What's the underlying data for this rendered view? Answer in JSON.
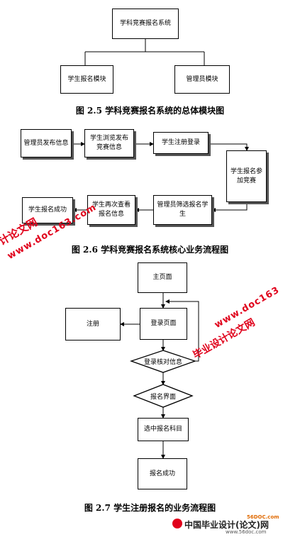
{
  "fig1": {
    "root": "学科竞赛报名系统",
    "left_module": "学生报名模块",
    "right_module": "管理员模块",
    "caption": "图 2.5  学科竞赛报名系统的总体模块图"
  },
  "fig2": {
    "admin_publish": "管理员发布信息",
    "student_browse": "学生浏览发布竞赛信息",
    "student_register": "学生注册登录",
    "student_signup": "学生报名参加竞赛",
    "admin_filter": "管理员筛选报名学生",
    "student_review": "学生再次查看报名信息",
    "signup_success": "学生报名成功",
    "caption": "图 2.6  学科竞赛报名系统核心业务流程图"
  },
  "fig3": {
    "home": "主页面",
    "register": "注册",
    "login": "登录页面",
    "verify": "登录核对信息",
    "signup_page": "报名界面",
    "select_subject": "选中报名科目",
    "success": "报名成功",
    "caption": "图 2.7  学生注册报名的业务流程图"
  },
  "watermarks": {
    "left_cn": "计论文网",
    "left_url": "www.doc163.com",
    "right_cn": "毕业设计论文网",
    "right_url": "www.doc163",
    "footer_small": "56DOC.com",
    "footer_cn": "中国毕业设计(论文)网",
    "footer_url": "www.56doc.com"
  }
}
